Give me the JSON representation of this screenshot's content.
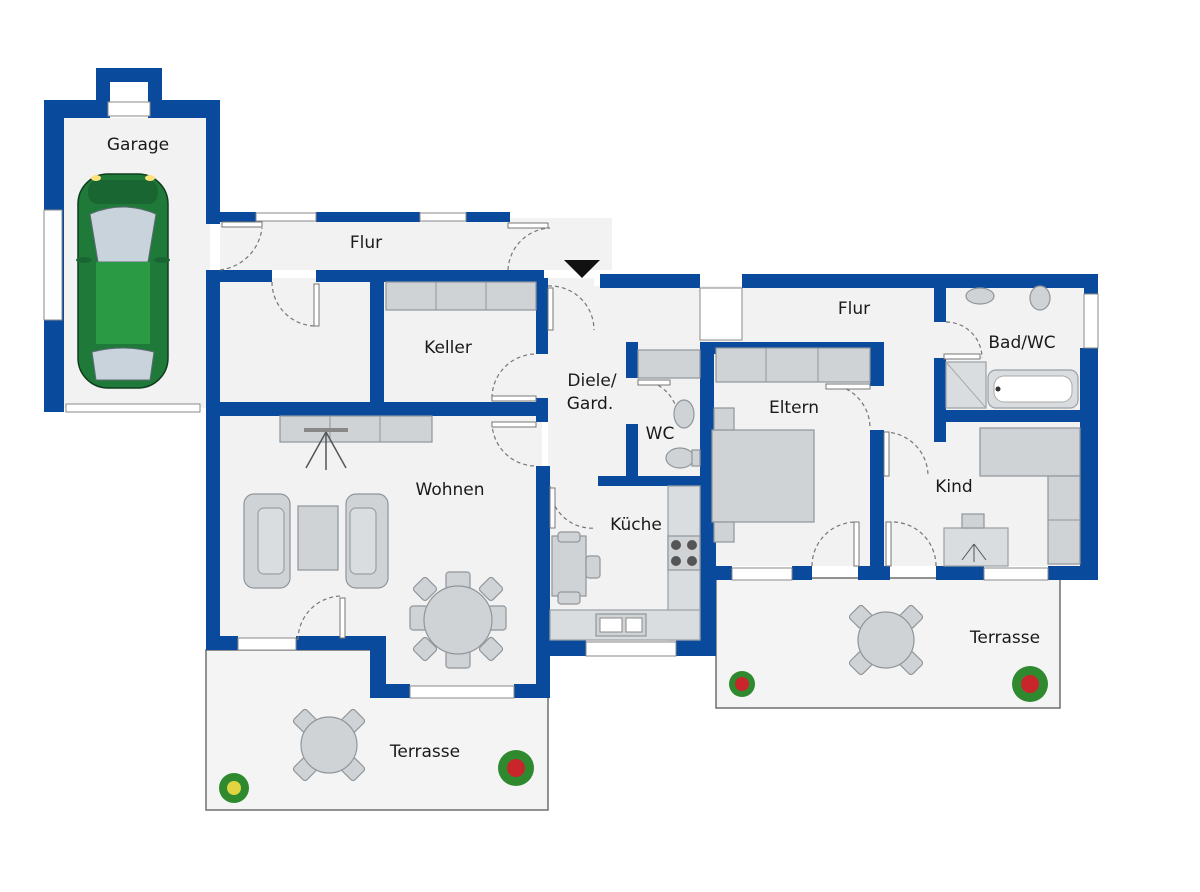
{
  "rooms": {
    "garage": "Garage",
    "flur_upper": "Flur",
    "keller": "Keller",
    "diele": [
      "Diele/",
      "Gard."
    ],
    "wc": "WC",
    "wohnen": "Wohnen",
    "kueche": "Küche",
    "flur_right": "Flur",
    "bad": "Bad/WC",
    "eltern": "Eltern",
    "kind": "Kind",
    "terrasse_left": "Terrasse",
    "terrasse_right": "Terrasse"
  },
  "colors": {
    "wall": "#0a4a9c",
    "floor": "#f2f2f2",
    "car": "#1f7a3a",
    "furniture": "#cfd3d6"
  },
  "icons": [
    "car-icon",
    "entrance-arrow-icon",
    "plant-icon",
    "dining-table-icon",
    "sofa-icon",
    "bed-icon",
    "bathtub-icon",
    "toilet-icon",
    "sink-icon",
    "stove-icon",
    "desk-icon",
    "lamp-icon"
  ]
}
